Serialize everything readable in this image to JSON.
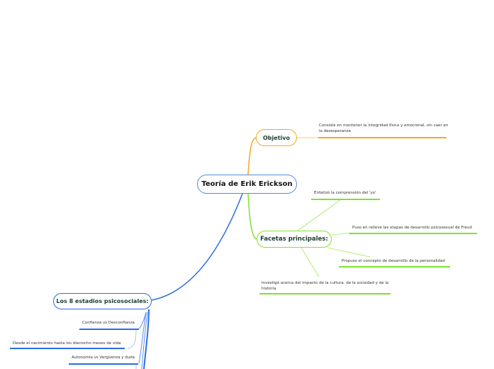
{
  "colors": {
    "central_border": "#4d8ed0",
    "objetivo": "#f5a623",
    "facetas": "#7fe22d",
    "estadios": "#2d6de0"
  },
  "central": {
    "label": "Teoría de Erik Erickson"
  },
  "objetivo": {
    "label": "Objetivo",
    "children": [
      {
        "text": "Consiste en mantener la integridad física y emocional, sin caer en la desesperanza"
      }
    ]
  },
  "facetas": {
    "label": "Facetas principales:",
    "children": [
      {
        "text": "Enfatizó la comprensión del 'yo'"
      },
      {
        "text": "Puso en relieve las etapas de desarrollo psicosexual de Freud"
      },
      {
        "text": "Propuso el concepto de desarrollo de la personalidad"
      },
      {
        "text": "Investigó acerca del impacto de la cultura, de la sociedad y de la historia"
      }
    ]
  },
  "estadios": {
    "label": "Los 8 estadios psicosociales:",
    "children": [
      {
        "text": "Confianza vs Desconfianza",
        "children": [
          {
            "text": "Desde el nacimiento hasta los dieciocho meses de vida"
          }
        ]
      },
      {
        "text": "Autonomía vs Vergüenza y duda"
      }
    ]
  }
}
